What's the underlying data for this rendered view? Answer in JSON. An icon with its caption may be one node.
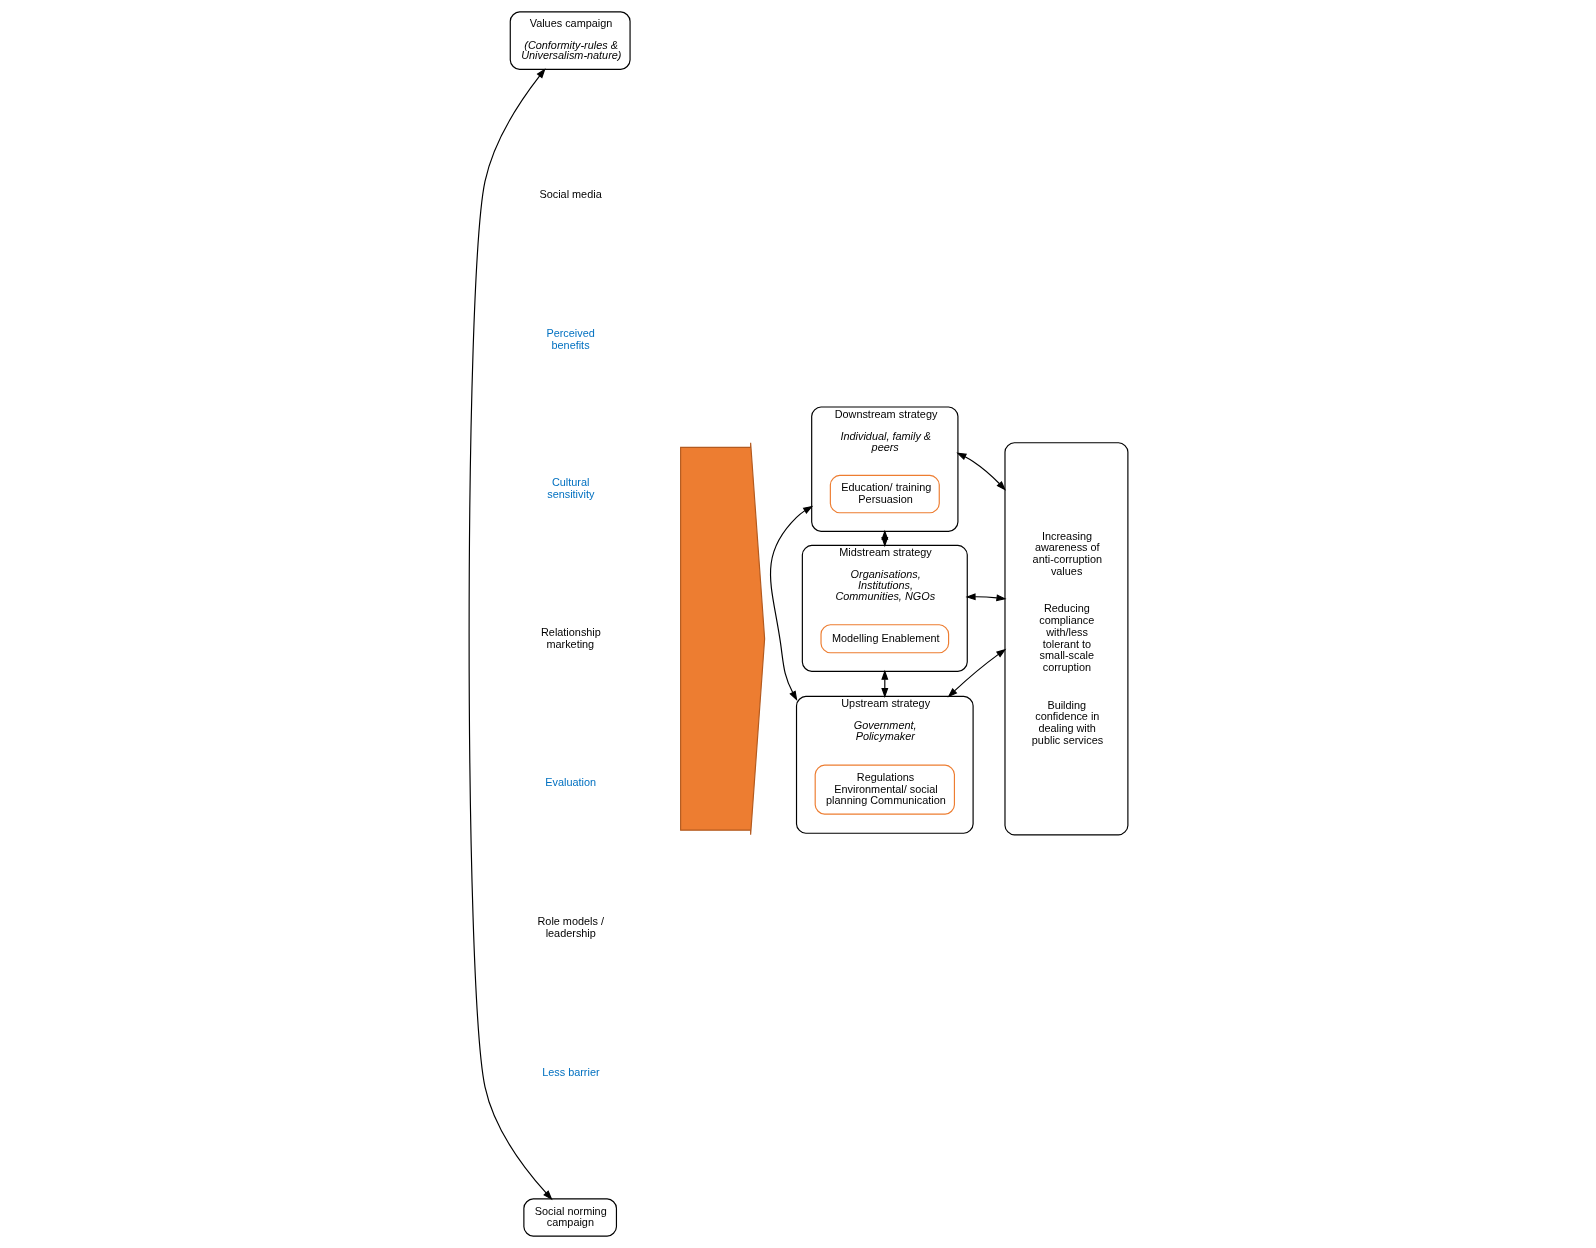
{
  "diagram": {
    "nodes": [
      {
        "text": [
          "Values campaign",
          "(Conformity-rules & Universalism-nature)"
        ]
      },
      {
        "text": [
          "Social norming campaign"
        ]
      },
      {
        "text": [],
        "shape": "arrow"
      },
      {
        "text": [
          "Downstream strategy",
          "Individual, family & peers"
        ]
      },
      {
        "text": [
          "Education/ training Persuasion"
        ],
        "in": 3
      },
      {
        "text": [
          "Midstream strategy",
          "Organisations, Institutions, Communities, NGOs"
        ]
      },
      {
        "text": [
          "Modelling Enablement"
        ],
        "in": 5
      },
      {
        "text": [
          "Upstream strategy",
          "Government, Policymaker"
        ]
      },
      {
        "text": [
          "Regulations Environmental/ social planning Communication"
        ],
        "in": 7
      },
      {
        "text": [
          "Increasing awareness of anti-corruption values",
          "Reducing compliance with/less tolerant to small-scale corruption",
          "Building confidence in dealing with public services"
        ]
      }
    ],
    "edges": [
      {
        "from": 0,
        "to": 1,
        "arrow": "both"
      },
      {
        "from": 3,
        "to": 7,
        "arrow": "both"
      },
      {
        "from": 3,
        "to": 5,
        "arrow": "both"
      },
      {
        "from": 5,
        "to": 7,
        "arrow": "both"
      },
      {
        "from": 3,
        "to": 9,
        "arrow": "both"
      },
      {
        "from": 5,
        "to": 9,
        "arrow": "both"
      },
      {
        "from": 7,
        "to": 9,
        "arrow": "both"
      }
    ],
    "labels": [
      "Social media",
      "Perceived benefits",
      "Cultural sensitivity",
      "Relationship marketing",
      "Evaluation",
      "Role models / leadership",
      "Less barrier"
    ]
  }
}
